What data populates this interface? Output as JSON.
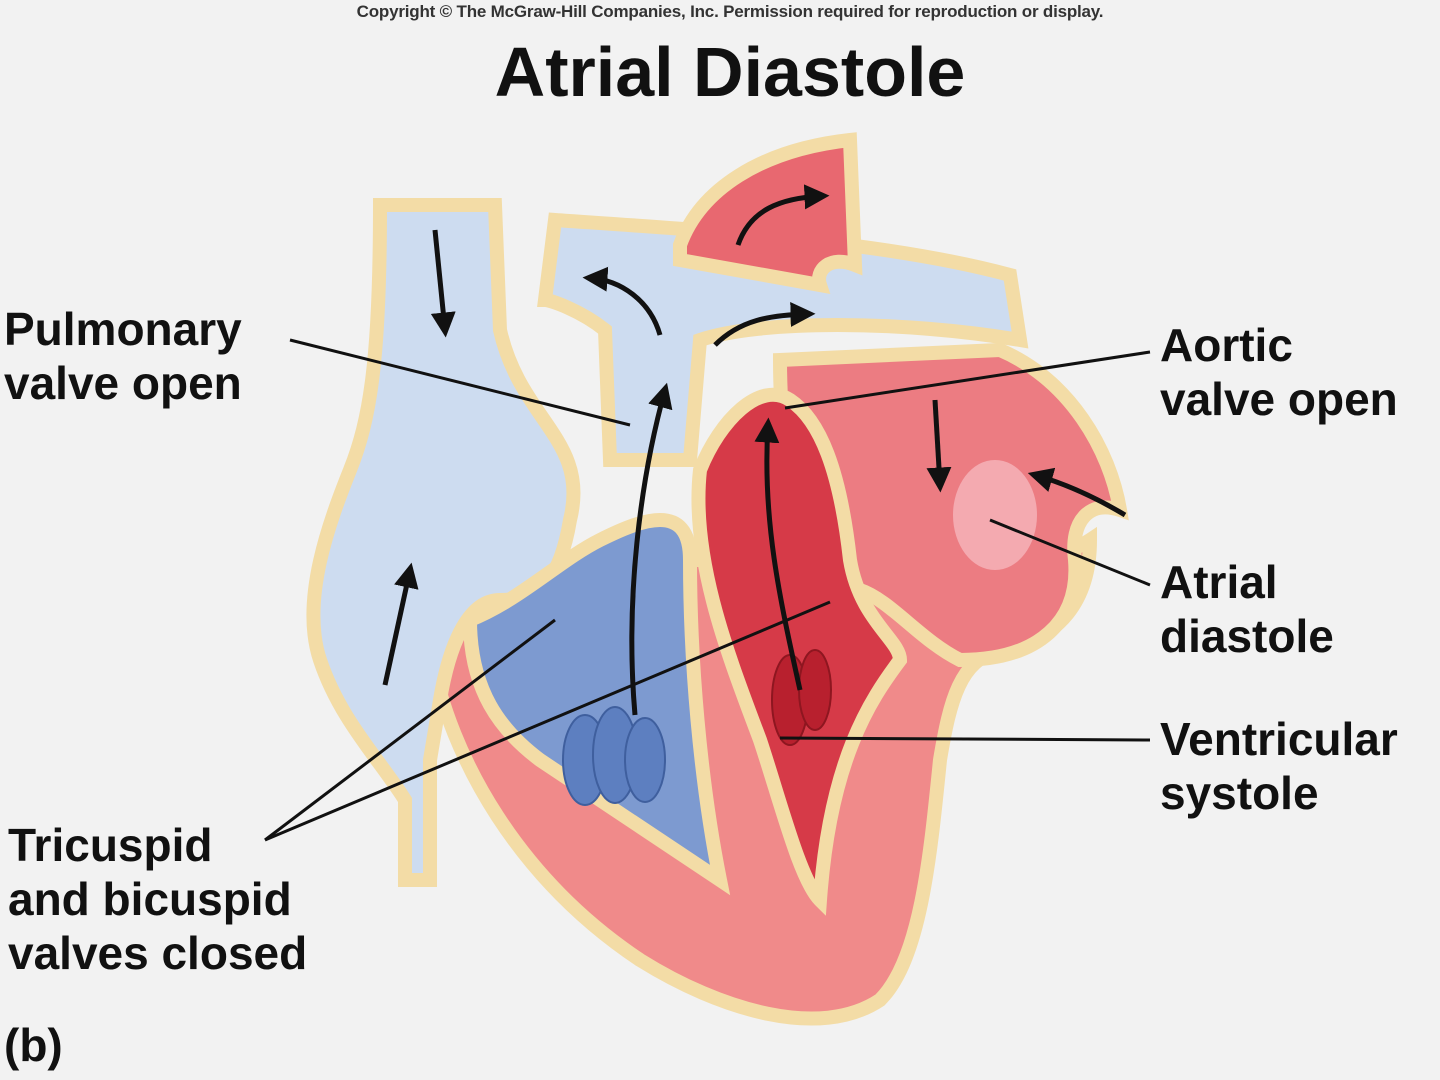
{
  "copyright": "Copyright © The McGraw-Hill Companies, Inc. Permission required for reproduction or display.",
  "title": "Atrial Diastole",
  "labels": {
    "pulmonary_valve_line1": "Pulmonary",
    "pulmonary_valve_line2": "valve open",
    "aortic_valve_line1": "Aortic",
    "aortic_valve_line2": "valve open",
    "atrial_diastole_line1": "Atrial",
    "atrial_diastole_line2": "diastole",
    "ventricular_systole_line1": "Ventricular",
    "ventricular_systole_line2": "systole",
    "av_valves_line1": "Tricuspid",
    "av_valves_line2": "and bicuspid",
    "av_valves_line3": "valves closed"
  },
  "panel_letter": "(b)",
  "colors": {
    "deoxygenated": "#c8d8ee",
    "deoxygenated_dark": "#6f8fc8",
    "oxygenated": "#e8707a",
    "oxygenated_dark": "#d42a3a",
    "muscle": "#f08a8a",
    "wall": "#f3dca6",
    "background": "#f2f2f2"
  }
}
